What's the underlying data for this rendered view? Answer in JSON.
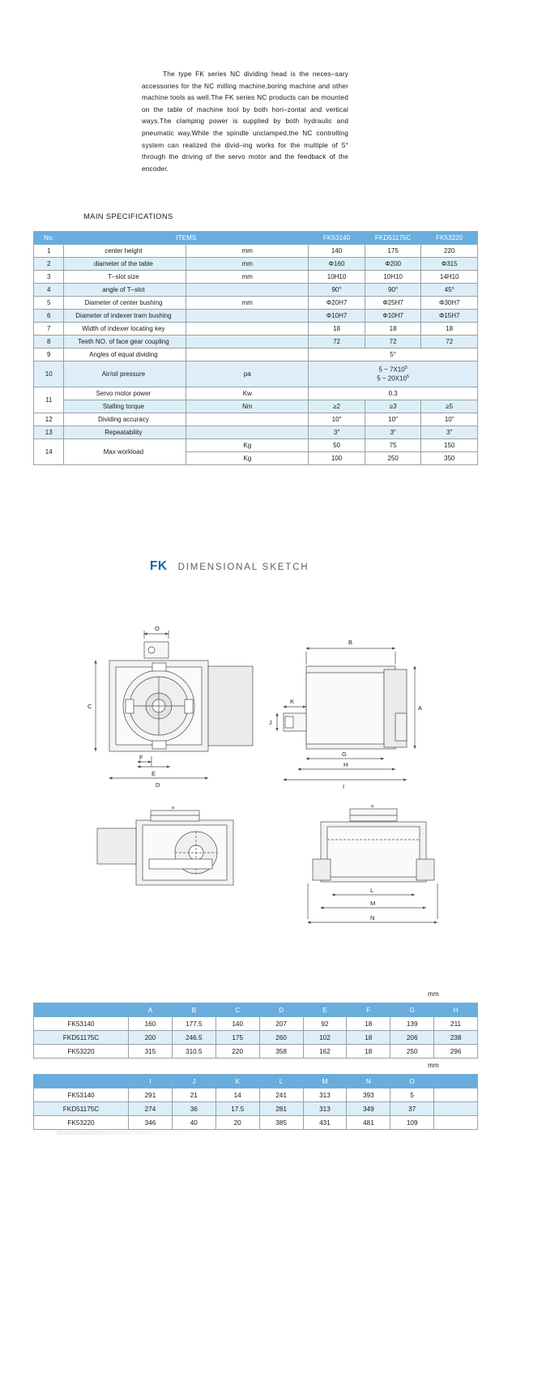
{
  "intro": {
    "paragraph": "The type FK series NC dividing head is the neces–sary accessories for the NC milling machine,boring machine and other machine tools as well.The FK series NC products can be mounted on the table of machine tool by both hori–zontal and vertical ways.The clamping power is supplied by both hydraulic and pneumatic way.While the spindle unclamped,the NC controlling system can realized the divid–ing works for the multiple of 5° through the driving of the servo motor and the feedback of the encoder."
  },
  "main_spec": {
    "section_title": "MAIN SPECIFICATIONS",
    "headers": {
      "no": "No.",
      "items": "ITEMS",
      "models": [
        "FK53140",
        "FKD51175C",
        "FK53220"
      ]
    },
    "rows": [
      {
        "no": "1",
        "item": "center height",
        "unit": "mm",
        "values": [
          "140",
          "175",
          "220"
        ]
      },
      {
        "no": "2",
        "item": "diameter of the table",
        "unit": "mm",
        "values": [
          "Φ160",
          "Φ200",
          "Φ315"
        ]
      },
      {
        "no": "3",
        "item": "T–slot size",
        "unit": "mm",
        "values": [
          "10H10",
          "10H10",
          "14H10"
        ]
      },
      {
        "no": "4",
        "item": "angle of T–slot",
        "unit": "",
        "values": [
          "90°",
          "90°",
          "45°"
        ]
      },
      {
        "no": "5",
        "item": "Diameter of center bushing",
        "unit": "mm",
        "values": [
          "Φ20H7",
          "Φ25H7",
          "Φ30H7"
        ]
      },
      {
        "no": "6",
        "item": "Diameter of indexer tram bushing",
        "unit": "",
        "values": [
          "Φ10H7",
          "Φ10H7",
          "Φ15H7"
        ]
      },
      {
        "no": "7",
        "item": "Width of indexer locating key",
        "unit": "",
        "values": [
          "18",
          "18",
          "18"
        ]
      },
      {
        "no": "8",
        "item": "Teeth NO. of face gear coupling",
        "unit": "",
        "values": [
          "72",
          "72",
          "72"
        ]
      },
      {
        "no": "9",
        "item": "Angles of equal dividing",
        "unit": "",
        "merged": "5°"
      },
      {
        "no": "10",
        "item": "Air/oil pressure",
        "unit": "pa",
        "merged_lines": [
          "5 ~ 7X10",
          "5 ~ 20X10"
        ],
        "merged_sup": "5"
      },
      {
        "no": "11",
        "item": "Servo motor power",
        "unit": "Kw",
        "merged": "0.3"
      },
      {
        "no": "11b",
        "item": "Stalling torque",
        "unit": "Nm",
        "values": [
          "≥2",
          "≥3",
          "≥5"
        ]
      },
      {
        "no": "12",
        "item": "Dividing accuracy",
        "unit": "",
        "values": [
          "10″",
          "10″",
          "10″"
        ]
      },
      {
        "no": "13",
        "item": "Repeatability",
        "unit": "",
        "values": [
          "3″",
          "3″",
          "3″"
        ]
      },
      {
        "no": "14",
        "item": "Max workload",
        "unit": "Kg",
        "values": [
          "50",
          "75",
          "150"
        ]
      },
      {
        "no": "14b",
        "item": "",
        "unit": "Kg",
        "values": [
          "100",
          "250",
          "350"
        ]
      }
    ]
  },
  "sketch": {
    "fk_label": "FK",
    "title": "DIMENSIONAL SKETCH",
    "callouts": [
      "O",
      "B",
      "A",
      "C",
      "K",
      "J",
      "F",
      "E",
      "G",
      "H",
      "I",
      "D",
      "L",
      "M",
      "N"
    ]
  },
  "dim_tables": [
    {
      "unit_label": "mm",
      "headers": [
        "",
        "A",
        "B",
        "C",
        "D",
        "E",
        "F",
        "G",
        "H"
      ],
      "rows": [
        {
          "model": "FK53140",
          "values": [
            "160",
            "177.5",
            "140",
            "207",
            "92",
            "18",
            "139",
            "211"
          ]
        },
        {
          "model": "FKD51175C",
          "values": [
            "200",
            "246.5",
            "175",
            "260",
            "102",
            "18",
            "206",
            "238"
          ]
        },
        {
          "model": "FK53220",
          "values": [
            "315",
            "310.5",
            "220",
            "358",
            "162",
            "18",
            "250",
            "296"
          ]
        }
      ]
    },
    {
      "unit_label": "mm",
      "headers": [
        "",
        "I",
        "J",
        "K",
        "L",
        "M",
        "N",
        "O",
        ""
      ],
      "rows": [
        {
          "model": "FK53140",
          "values": [
            "291",
            "21",
            "14",
            "241",
            "313",
            "393",
            "5",
            ""
          ]
        },
        {
          "model": "FKD51175C",
          "values": [
            "274",
            "36",
            "17.5",
            "281",
            "313",
            "349",
            "37",
            ""
          ]
        },
        {
          "model": "FK53220",
          "values": [
            "346",
            "40",
            "20",
            "385",
            "431",
            "481",
            "109",
            ""
          ]
        }
      ]
    }
  ],
  "colors": {
    "header_blue": "#68adde",
    "row_alt": "#ddeef8",
    "accent_fk": "#1565b0",
    "border": "#9aa0a6"
  }
}
